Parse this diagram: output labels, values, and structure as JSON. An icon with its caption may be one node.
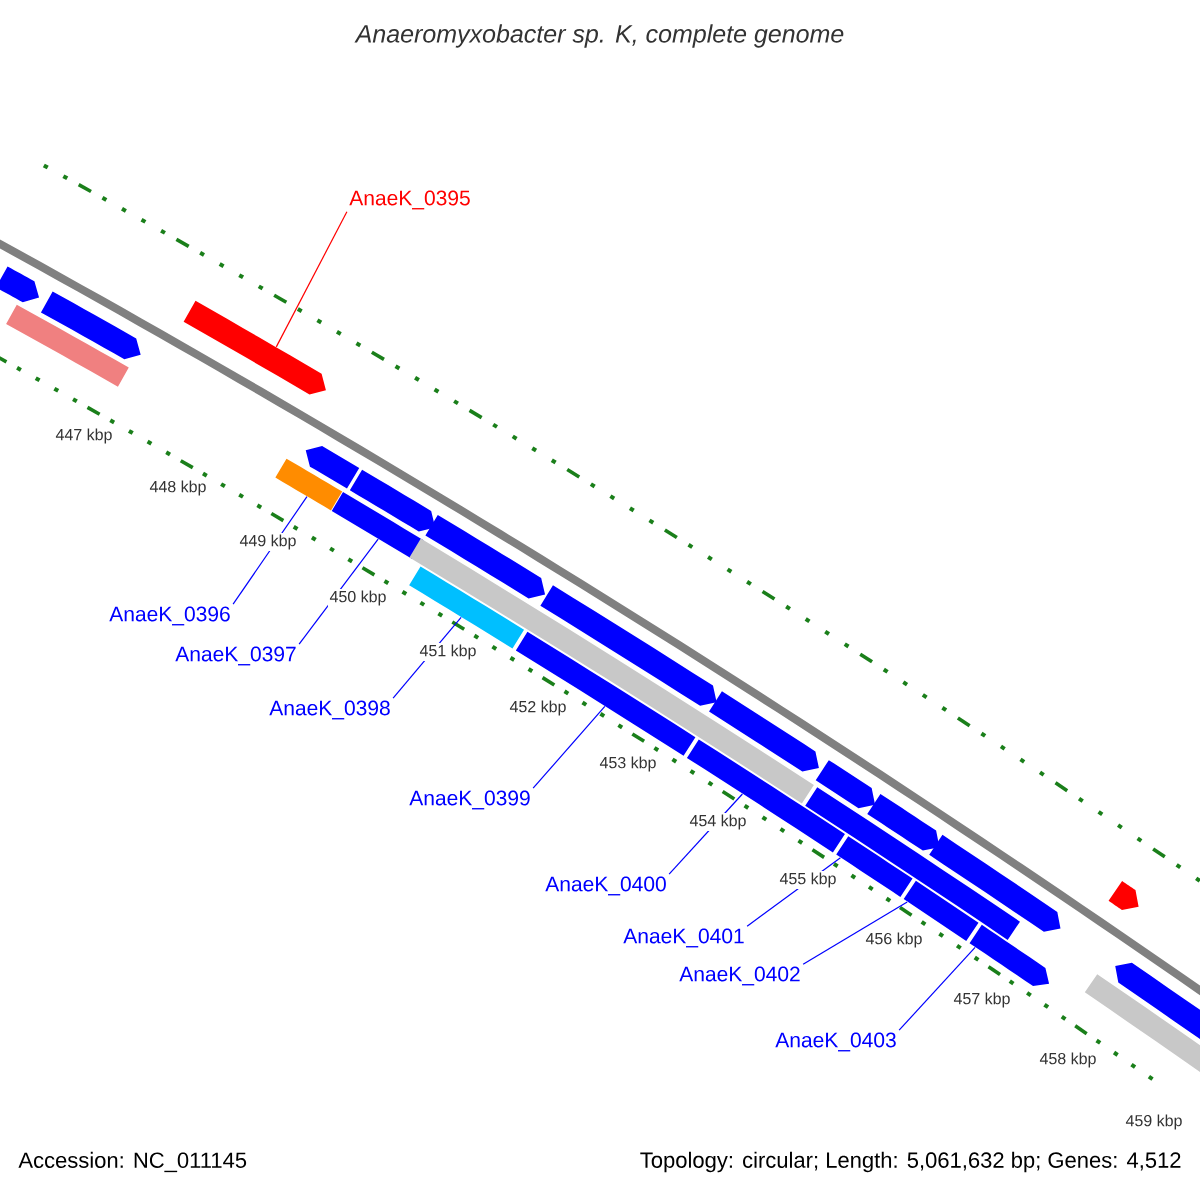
{
  "diagram": {
    "title": "Anaeromyxobacter sp. K, complete genome",
    "nodes": [
      {
        "text": [
          "AnaeK_0395"
        ]
      },
      {
        "text": [
          "AnaeK_0396"
        ]
      },
      {
        "text": [
          "AnaeK_0397"
        ]
      },
      {
        "text": [
          "AnaeK_0398"
        ]
      },
      {
        "text": [
          "AnaeK_0399"
        ]
      },
      {
        "text": [
          "AnaeK_0400"
        ]
      },
      {
        "text": [
          "AnaeK_0401"
        ]
      },
      {
        "text": [
          "AnaeK_0402"
        ]
      },
      {
        "text": [
          "AnaeK_0403"
        ]
      },
      {
        "text": [],
        "shape": "bar"
      },
      {
        "text": [],
        "shape": "bar"
      },
      {
        "text": [],
        "shape": "bar"
      },
      {
        "text": [],
        "shape": "bar"
      },
      {
        "text": [],
        "shape": "bar"
      },
      {
        "text": [],
        "shape": "bar"
      },
      {
        "text": [],
        "shape": "bar"
      },
      {
        "text": [],
        "shape": "bar"
      },
      {
        "text": [],
        "shape": "bar"
      },
      {
        "text": [],
        "shape": "bar"
      },
      {
        "text": [],
        "shape": "bar"
      },
      {
        "text": [],
        "shape": "bar"
      },
      {
        "text": [],
        "shape": "bar"
      },
      {
        "text": [],
        "shape": "bar"
      },
      {
        "text": [],
        "shape": "bar"
      },
      {
        "text": [],
        "shape": "bar"
      },
      {
        "text": [],
        "shape": "bar"
      },
      {
        "text": [],
        "shape": "bar"
      },
      {
        "text": [],
        "shape": "bar"
      },
      {
        "text": [],
        "shape": "bar"
      },
      {
        "text": [],
        "shape": "bar"
      },
      {
        "text": [],
        "shape": "bar"
      },
      {
        "text": [],
        "shape": "bar"
      },
      {
        "text": [],
        "shape": "bar"
      },
      {
        "text": [],
        "shape": "bar"
      }
    ],
    "edges": [
      {
        "from": 0,
        "to": 12,
        "arrow": "none",
        "color": "#ff0000"
      },
      {
        "from": 1,
        "to": 13,
        "arrow": "none"
      },
      {
        "from": 2,
        "to": 15,
        "arrow": "none"
      },
      {
        "from": 3,
        "to": 17,
        "arrow": "none"
      },
      {
        "from": 4,
        "to": 20,
        "arrow": "none"
      },
      {
        "from": 5,
        "to": 22,
        "arrow": "none"
      },
      {
        "from": 6,
        "to": 26,
        "arrow": "none"
      },
      {
        "from": 7,
        "to": 28,
        "arrow": "none"
      },
      {
        "from": 8,
        "to": 30,
        "arrow": "none"
      }
    ],
    "labels": [
      "447 kbp",
      "448 kbp",
      "449 kbp",
      "450 kbp",
      "451 kbp",
      "452 kbp",
      "453 kbp",
      "454 kbp",
      "455 kbp",
      "456 kbp",
      "457 kbp",
      "458 kbp",
      "459 kbp",
      "Accession: NC_011145",
      "Topology: circular; Length: 5,061,632 bp; Genes: 4,512"
    ]
  }
}
